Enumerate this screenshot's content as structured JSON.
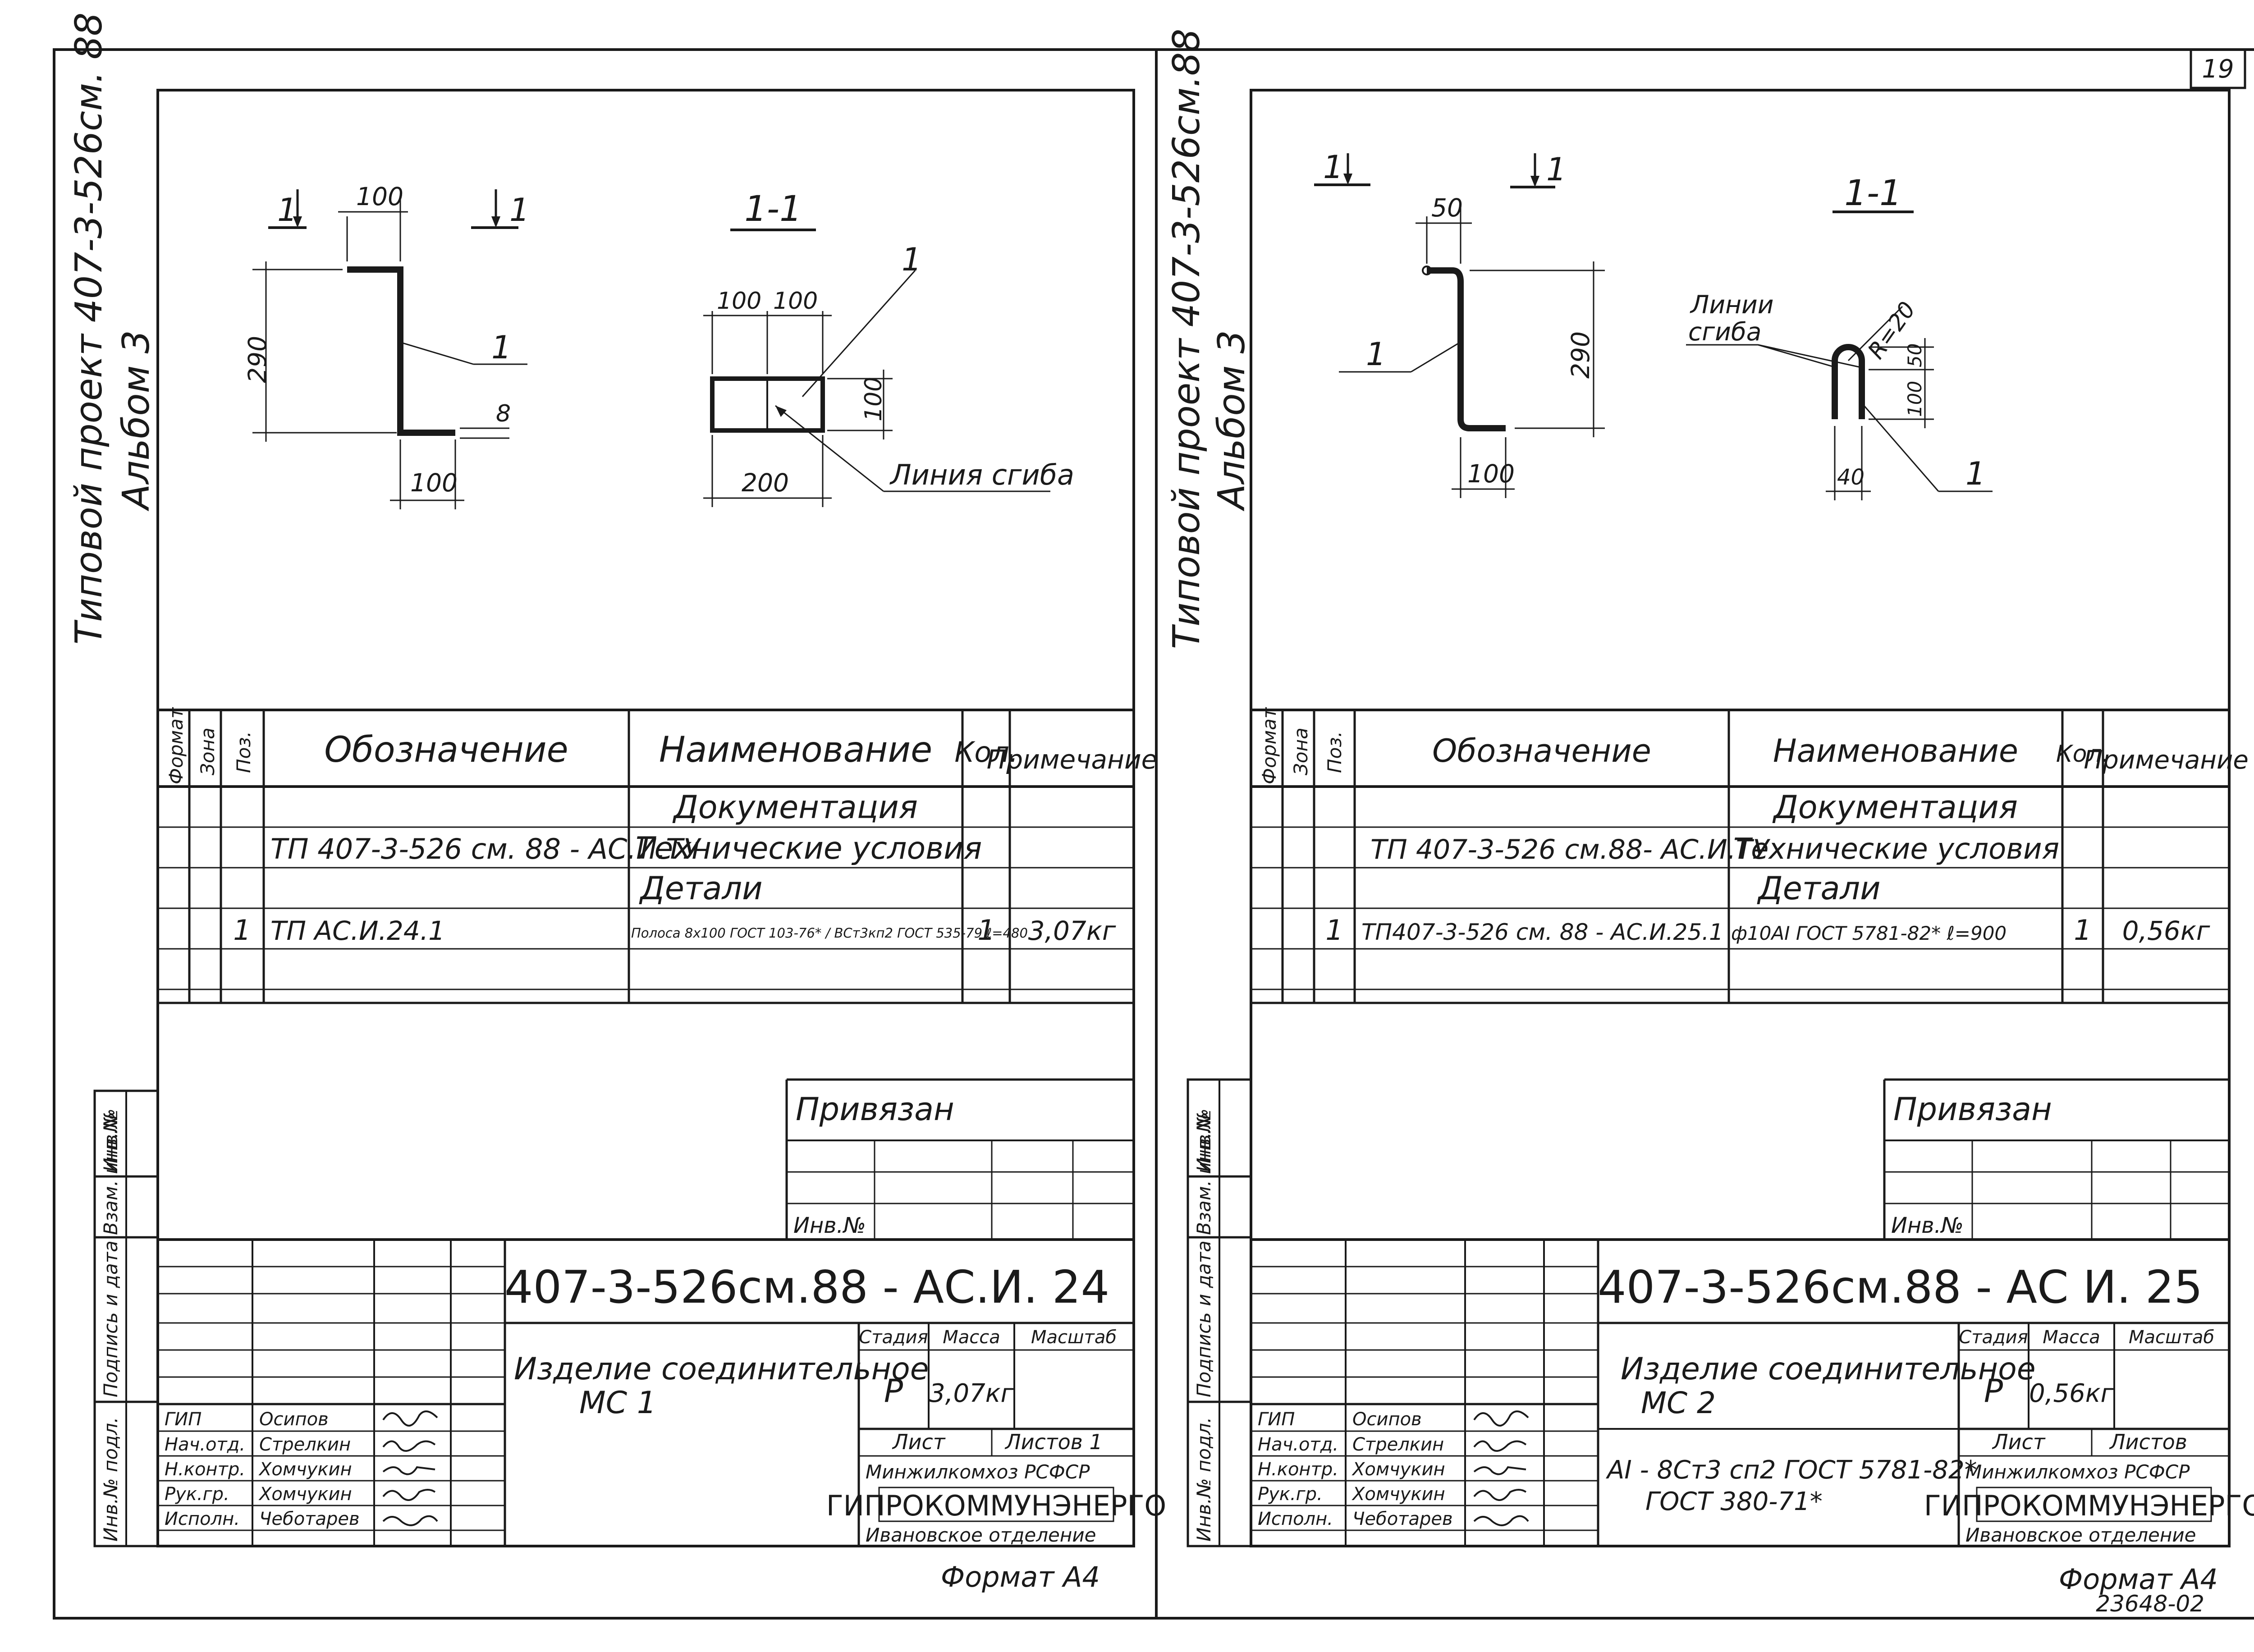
{
  "page_number": "19",
  "format_label": "Формат А4",
  "archive_number": "23648-02",
  "sheets": [
    {
      "side_title_1": "Типовой проект 407-3-526см. 88",
      "side_title_2": "Альбом 3",
      "drawing": {
        "section_mark_left": "1",
        "section_mark_right": "1",
        "section_title": "1-1",
        "dim_top": "100",
        "dim_height": "290",
        "dim_bottom": "100",
        "dim_thickness": "8",
        "pos_label_elevation": "1",
        "pos_label_section": "1",
        "sec_dim_left": "100",
        "sec_dim_right": "100",
        "sec_dim_height": "100",
        "sec_dim_width": "200",
        "bend_line_label": "Линия сгиба"
      },
      "spec_headers": {
        "format": "Формат",
        "zone": "Зона",
        "pos": "Поз.",
        "designation": "Обозначение",
        "name": "Наименование",
        "qty": "Кол.",
        "note": "Примечание"
      },
      "spec_rows": [
        {
          "pos": "",
          "designation": "",
          "name": "Документация",
          "qty": "",
          "note": ""
        },
        {
          "pos": "",
          "designation": "ТП 407-3-526 см. 88 - АС.И.ТУ",
          "name": "Технические условия",
          "qty": "",
          "note": ""
        },
        {
          "pos": "",
          "designation": "",
          "name": "Детали",
          "qty": "",
          "note": ""
        },
        {
          "pos": "1",
          "designation": "ТП АС.И.24.1",
          "name": "Полоса 8х100 ГОСТ 103-76* / ВСт3кп2 ГОСТ 535-79 ℓ=480",
          "qty": "1",
          "note": "3,07кг"
        },
        {
          "pos": "",
          "designation": "",
          "name": "",
          "qty": "",
          "note": ""
        }
      ],
      "side_stamp": {
        "inv": "Инв.№",
        "vzam": "Взам. инв.№",
        "podpis": "Подпись и дата",
        "inv_podl": "Инв.№ подл."
      },
      "privyazan_label": "Привязан",
      "inv_n_label": "Инв.№",
      "title_block": {
        "code": "407-3-526см.88 - АС.И. 24",
        "item_name": "Изделие соединительное",
        "item_mark": "МС 1",
        "material": "",
        "stage_label": "Стадия",
        "mass_label": "Масса",
        "scale_label": "Масштаб",
        "stage": "Р",
        "mass": "3,07кг",
        "scale": "",
        "sheet_label": "Лист",
        "sheets_label": "Листов 1",
        "org_1": "Минжилкомхоз РСФСР",
        "org_2": "ГИПРОКОММУНЭНЕРГО",
        "org_3": "Ивановское отделение",
        "people": [
          {
            "role": "ГИП",
            "name": "Осипов"
          },
          {
            "role": "Нач.отд.",
            "name": "Стрелкин"
          },
          {
            "role": "Н.контр.",
            "name": "Хомчукин"
          },
          {
            "role": "Рук.гр.",
            "name": "Хомчукин"
          },
          {
            "role": "Исполн.",
            "name": "Чеботарев"
          }
        ]
      }
    },
    {
      "side_title_1": "Типовой проект 407-3-526см.88",
      "side_title_2": "Альбом 3",
      "drawing": {
        "section_mark_left": "1",
        "section_mark_right": "1",
        "section_title": "1-1",
        "dim_top": "50",
        "dim_height": "290",
        "dim_bottom": "100",
        "pos_label_elevation": "1",
        "pos_label_section": "1",
        "bend_lines_label_1": "Линии",
        "bend_lines_label_2": "сгиба",
        "radius_label": "R=20",
        "sec_dim_50": "50",
        "sec_dim_100": "100",
        "sec_dim_40": "40"
      },
      "spec_headers": {
        "format": "Формат",
        "zone": "Зона",
        "pos": "Поз.",
        "designation": "Обозначение",
        "name": "Наименование",
        "qty": "Кол.",
        "note": "Примечание"
      },
      "spec_rows": [
        {
          "pos": "",
          "designation": "",
          "name": "Документация",
          "qty": "",
          "note": ""
        },
        {
          "pos": "",
          "designation": "ТП 407-3-526 см.88- АС.И.ТУ",
          "name": "Технические условия",
          "qty": "",
          "note": ""
        },
        {
          "pos": "",
          "designation": "",
          "name": "Детали",
          "qty": "",
          "note": ""
        },
        {
          "pos": "1",
          "designation": "ТП407-3-526 см. 88 - АС.И.25.1",
          "name": "ф10АI ГОСТ 5781-82* ℓ=900",
          "qty": "1",
          "note": "0,56кг"
        },
        {
          "pos": "",
          "designation": "",
          "name": "",
          "qty": "",
          "note": ""
        }
      ],
      "side_stamp": {
        "inv": "Инв.№",
        "vzam": "Взам. инв.№",
        "podpis": "Подпись и дата",
        "inv_podl": "Инв.№ подл."
      },
      "privyazan_label": "Привязан",
      "inv_n_label": "Инв.№",
      "title_block": {
        "code": "407-3-526см.88 - АС И. 25",
        "item_name": "Изделие соединительное",
        "item_mark": "МС 2",
        "material": "АI - 8Ст3 сп2 ГОСТ 5781-82*",
        "material_2": "ГОСТ 380-71*",
        "stage_label": "Стадия",
        "mass_label": "Масса",
        "scale_label": "Масштаб",
        "stage": "Р",
        "mass": "0,56кг",
        "scale": "",
        "sheet_label": "Лист",
        "sheets_label": "Листов",
        "org_1": "Минжилкомхоз РСФСР",
        "org_2": "ГИПРОКОММУНЭНЕРГО",
        "org_3": "Ивановское отделение",
        "people": [
          {
            "role": "ГИП",
            "name": "Осипов"
          },
          {
            "role": "Нач.отд.",
            "name": "Стрелкин"
          },
          {
            "role": "Н.контр.",
            "name": "Хомчукин"
          },
          {
            "role": "Рук.гр.",
            "name": "Хомчукин"
          },
          {
            "role": "Исполн.",
            "name": "Чеботарев"
          }
        ]
      }
    }
  ]
}
